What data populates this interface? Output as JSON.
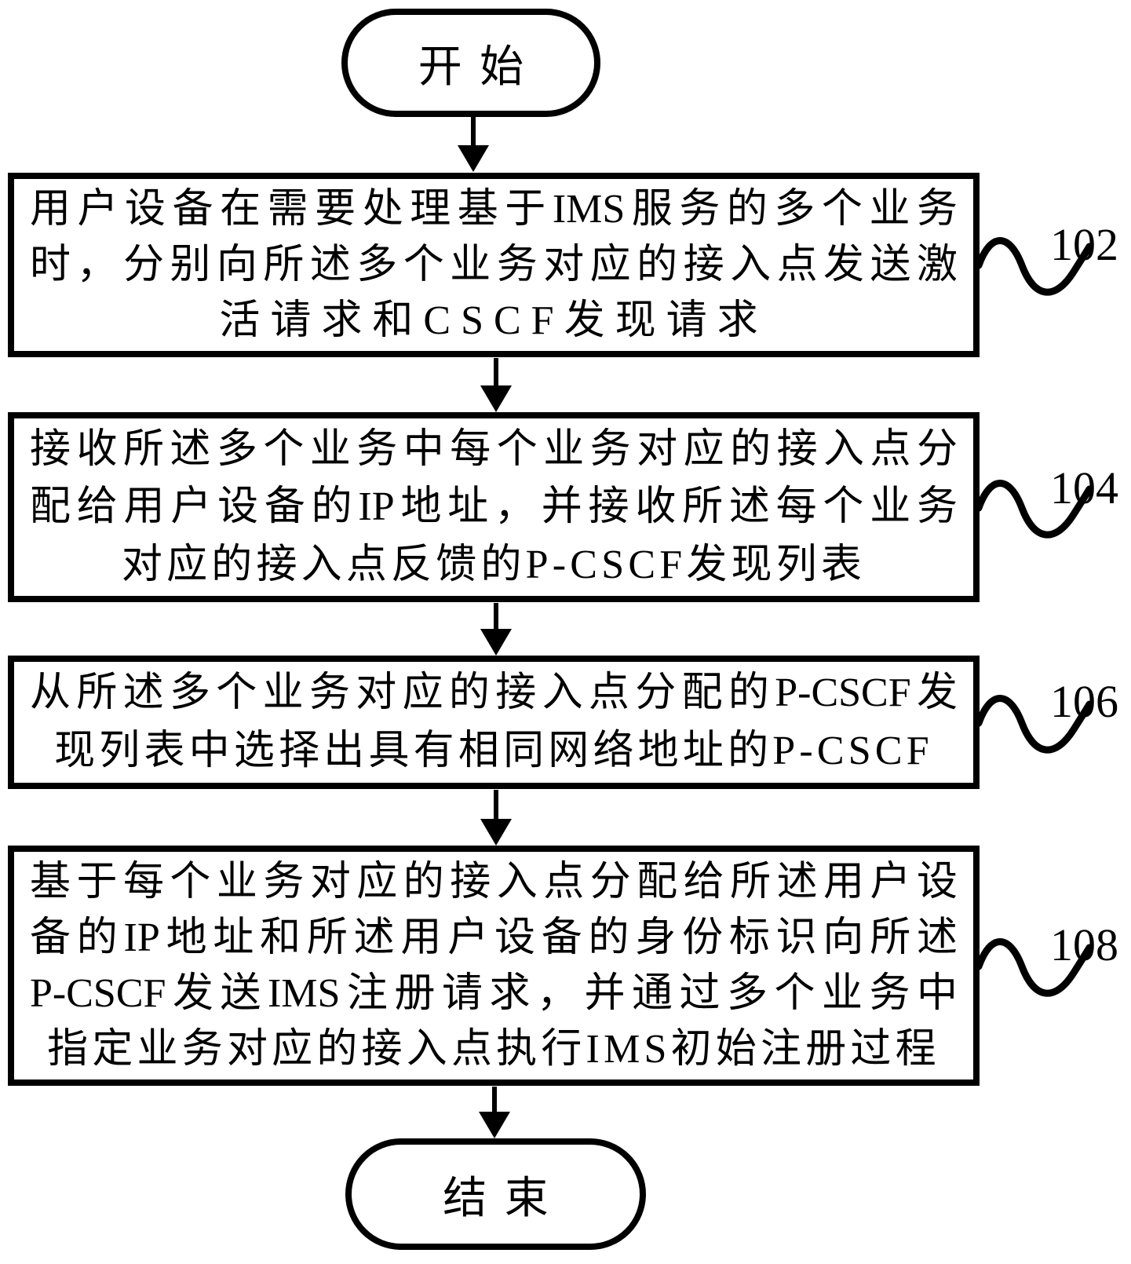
{
  "figure": {
    "kind": "patent-flowchart",
    "ink_color": "#000000",
    "background_color": "#ffffff"
  },
  "flowchart": {
    "start_label": "开始",
    "end_label": "结束",
    "steps": [
      {
        "ref_label": "102",
        "lines": [
          "用户设备在需要处理基于IMS服务的多个业务",
          "时，分别向所述多个业务对应的接入点发送激",
          "活请求和CSCF发现请求"
        ]
      },
      {
        "ref_label": "104",
        "lines": [
          "接收所述多个业务中每个业务对应的接入点分",
          "配给用户设备的IP地址，并接收所述每个业务",
          "对应的接入点反馈的P-CSCF发现列表"
        ]
      },
      {
        "ref_label": "106",
        "lines": [
          "从所述多个业务对应的接入点分配的P-CSCF发",
          "现列表中选择出具有相同网络地址的P-CSCF"
        ]
      },
      {
        "ref_label": "108",
        "lines": [
          "基于每个业务对应的接入点分配给所述用户设",
          "备的IP地址和所述用户设备的身份标识向所述",
          "P-CSCF发送IMS注册请求，并通过多个业务中",
          "指定业务对应的接入点执行IMS初始注册过程"
        ]
      }
    ]
  }
}
